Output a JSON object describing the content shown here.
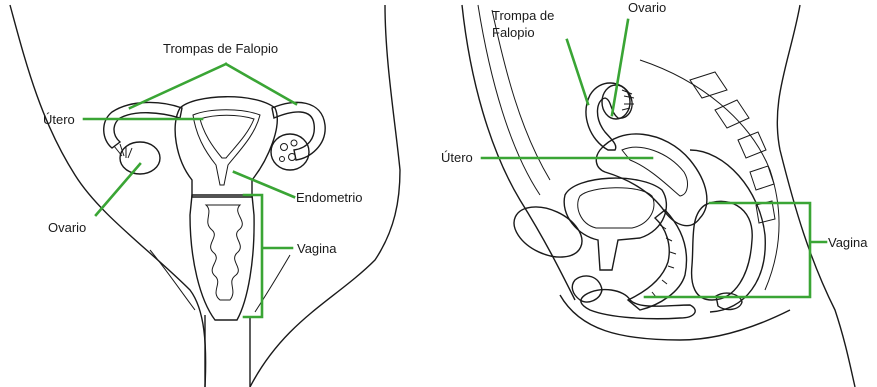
{
  "front_view": {
    "labels": {
      "fallopian_tubes": "Trompas de Falopio",
      "uterus": "Útero",
      "endometrium": "Endometrio",
      "ovary": "Ovario",
      "vagina": "Vagina"
    }
  },
  "side_view": {
    "labels": {
      "fallopian_tube_line1": "Trompa de",
      "fallopian_tube_line2": "Falopio",
      "ovary": "Ovario",
      "uterus": "Útero",
      "vagina": "Vagina"
    }
  },
  "colors": {
    "leader_lines": "#3aa535",
    "outline": "#1a1a1a",
    "organ_light": "#d6d6d6",
    "organ_mid": "#a9a9a9",
    "organ_dark": "#6d6d6d"
  }
}
